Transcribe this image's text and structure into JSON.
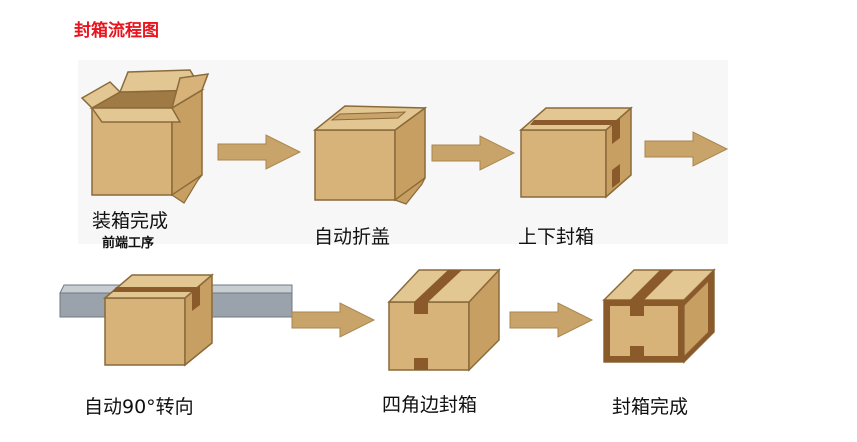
{
  "title": "封箱流程图",
  "colors": {
    "title": "#e8141e",
    "box_front": "#d7b37a",
    "box_side": "#c79f62",
    "box_top": "#e3c793",
    "tape": "#8a5a2b",
    "arrow": "#c9a46a",
    "conveyor": "#9aa3ab"
  },
  "steps": [
    {
      "label": "装箱完成",
      "sublabel": "前端工序"
    },
    {
      "label": "自动折盖"
    },
    {
      "label": "上下封箱"
    },
    {
      "label": "自动90°转向"
    },
    {
      "label": "四角边封箱"
    },
    {
      "label": "封箱完成"
    }
  ]
}
